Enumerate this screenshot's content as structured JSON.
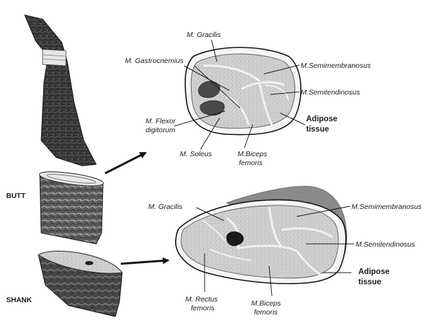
{
  "colors": {
    "muscle_fill": "#c9c9c9",
    "fat_fill": "#f5f5f5",
    "dark_tissue": "#4a4a4a",
    "bone": "#1a1a1a",
    "outline": "#1a1a1a",
    "adipose_cap": "#8a8a8a",
    "ham_skin_dark": "#2e2e2e",
    "ham_skin_light": "#9a9a9a"
  },
  "parts": {
    "butt": "BUTT",
    "shank": "SHANK"
  },
  "upper_section": {
    "labels": {
      "gracilis": "M. Gracilis",
      "gastrocnemius_1": "M. Gastrocnemius",
      "semimembranosus": "M.Semimembranosus",
      "semitendinosus": "M.Semitendinosus",
      "adipose_1": "Adipose",
      "adipose_2": "tissue",
      "flexor_1": "M. Flexor",
      "flexor_2": "digitorum",
      "soleus": "M. Soleus",
      "biceps_1": "M.Biceps",
      "biceps_2": "femoris"
    }
  },
  "lower_section": {
    "labels": {
      "gracilis": "M. Gracilis",
      "semimembranosus": "M.Semimembranosus",
      "semitendinosus": "M.Semitendinosus",
      "adipose_1": "Adipose",
      "adipose_2": "tissue",
      "rectus_1": "M. Rectus",
      "rectus_2": "femoris",
      "biceps_1": "M.Biceps",
      "biceps_2": "femoris"
    }
  }
}
